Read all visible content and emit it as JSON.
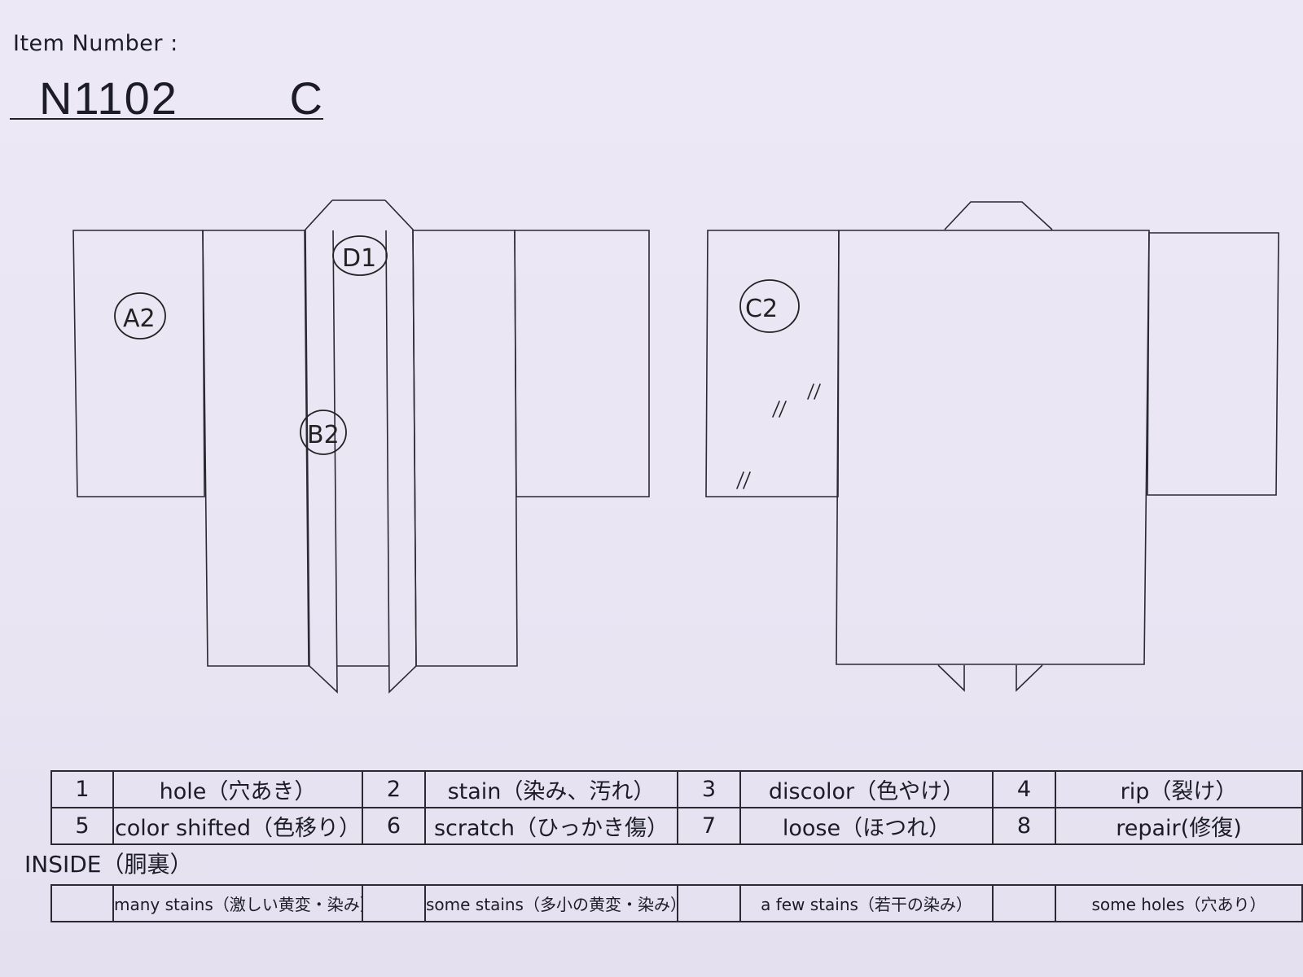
{
  "header": {
    "label": "Item Number :",
    "number": "N1102   C"
  },
  "marks": {
    "front_left_sleeve": "A2",
    "front_left_panel": "B2",
    "collar": "D1",
    "back_left_sleeve": "C2"
  },
  "damage_codes": [
    {
      "num": "1",
      "label": "hole（穴あき）"
    },
    {
      "num": "2",
      "label": "stain（染み、汚れ）"
    },
    {
      "num": "3",
      "label": "discolor（色やけ）"
    },
    {
      "num": "4",
      "label": "rip（裂け）"
    },
    {
      "num": "5",
      "label": "color shifted（色移り）"
    },
    {
      "num": "6",
      "label": "scratch（ひっかき傷）"
    },
    {
      "num": "7",
      "label": "loose（ほつれ）"
    },
    {
      "num": "8",
      "label": "repair(修復)"
    }
  ],
  "inside": {
    "title": "INSIDE（胴裏）",
    "items": [
      {
        "check": "",
        "label": "many stains（激しい黄変・染み）"
      },
      {
        "check": "",
        "label": "some stains（多小の黄変・染み）"
      },
      {
        "check": "",
        "label": "a few stains（若干の染み）"
      },
      {
        "check": "",
        "label": "some holes（穴あり）"
      }
    ]
  }
}
